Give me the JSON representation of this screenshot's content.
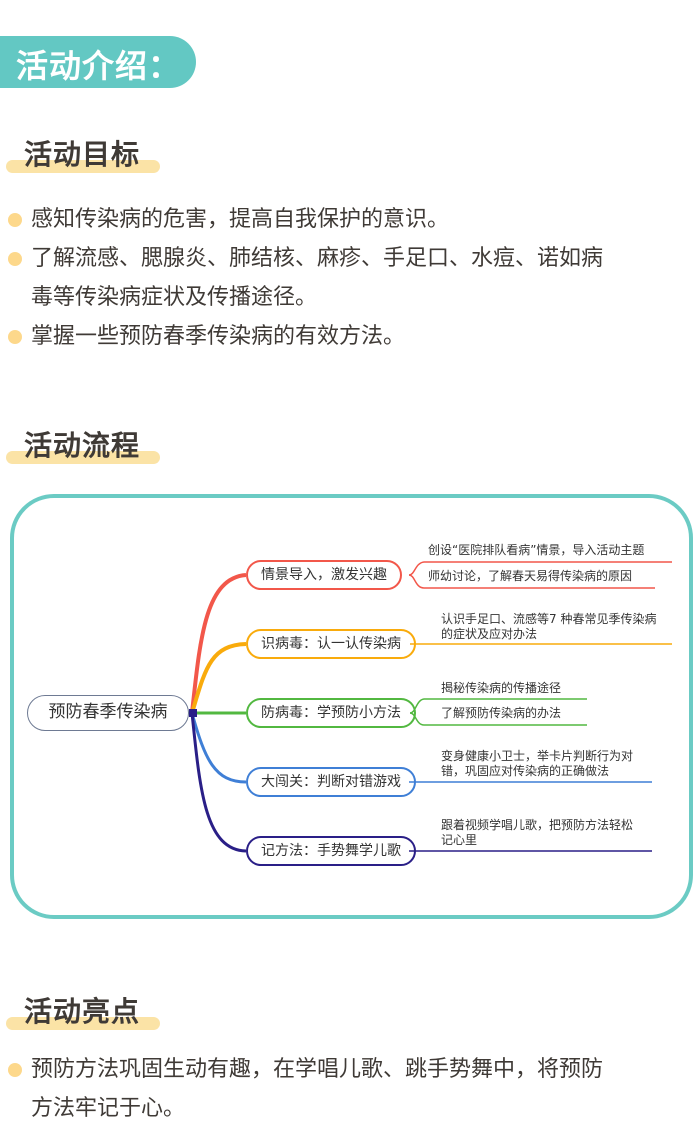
{
  "banner": {
    "title": "活动介绍："
  },
  "goals": {
    "heading": "活动目标",
    "items": [
      "感知传染病的危害，提高自我保护的意识。",
      "了解流感、腮腺炎、肺结核、麻疹、手足口、水痘、诺如病",
      "毒等传染病症状及传播途径。",
      "掌握一些预防春季传染病的有效方法。"
    ]
  },
  "process": {
    "heading": "活动流程",
    "mindmap": {
      "root": "预防春季传染病",
      "branches": [
        {
          "label": "情景导入，激发兴趣",
          "color": "#f2574a",
          "leaves": [
            "创设“医院排队看病”情景，导入活动主题",
            "师幼讨论，了解春天易得传染病的原因"
          ]
        },
        {
          "label": "识病毒：认一认传染病",
          "color": "#f9ab0c",
          "leaves": [
            "认识手足口、流感等7 种春常见季传染病",
            "的症状及应对办法"
          ]
        },
        {
          "label": "防病毒：学预防小方法",
          "color": "#52b840",
          "leaves": [
            "揭秘传染病的传播途径",
            "了解预防传染病的办法"
          ]
        },
        {
          "label": "大闯关：判断对错游戏",
          "color": "#3f7fd6",
          "leaves": [
            "变身健康小卫士，举卡片判断行为对",
            "错，巩固应对传染病的正确做法"
          ]
        },
        {
          "label": "记方法：手势舞学儿歌",
          "color": "#2a1f87",
          "leaves": [
            "跟着视频学唱儿歌，把预防方法轻松",
            "记心里"
          ]
        }
      ]
    }
  },
  "highlights": {
    "heading": "活动亮点",
    "items": [
      "预防方法巩固生动有趣，在学唱儿歌、跳手势舞中，将预防",
      "方法牢记于心。"
    ]
  },
  "colors": {
    "teal": "#63c8c3",
    "highlight": "#fbe3a6",
    "bullet": "#fdd88b",
    "text": "#3f3a36"
  }
}
